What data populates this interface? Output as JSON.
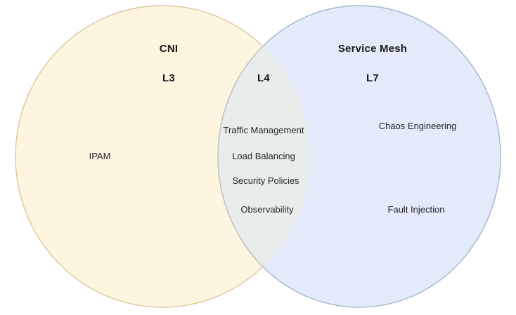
{
  "diagram": {
    "type": "venn",
    "background_color": "#ffffff",
    "left_set": {
      "title": "CNI",
      "layer": "L3",
      "fill_color": "#fdf5e0",
      "stroke_color": "#d9c89a",
      "items": [
        "IPAM"
      ]
    },
    "right_set": {
      "title": "Service Mesh",
      "layer": "L7",
      "fill_color": "#e3eafa",
      "stroke_color": "#a9b5cc",
      "items": [
        "Chaos Engineering",
        "Fault Injection"
      ]
    },
    "intersection": {
      "layer": "L4",
      "fill_color": "#e8ecea",
      "items": [
        "Traffic Management",
        "Load Balancing",
        "Security Policies",
        "Observability"
      ]
    }
  }
}
